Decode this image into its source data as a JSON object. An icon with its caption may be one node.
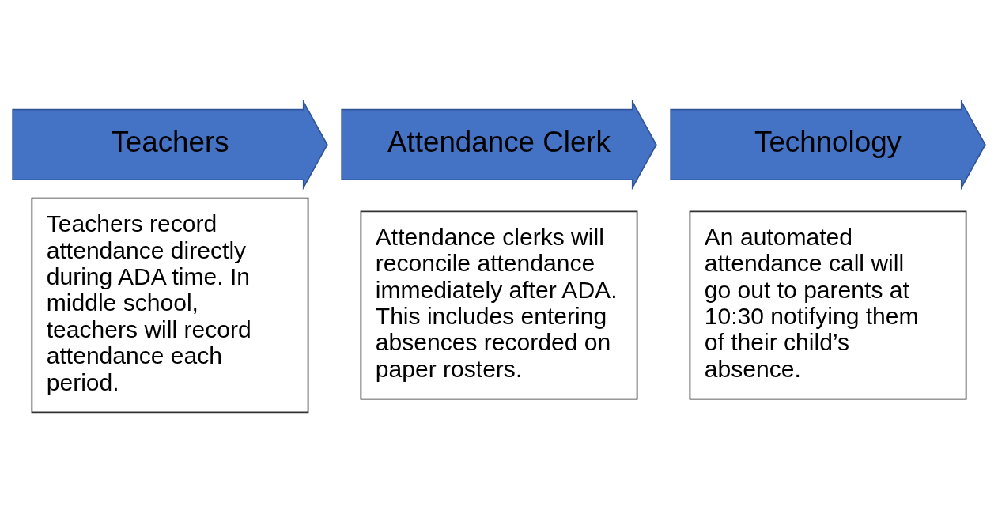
{
  "diagram": {
    "nodes": [
      {
        "text": [
          "Teachers"
        ]
      },
      {
        "text": [
          "Teachers record attendance directly during ADA time. In middle school, teachers will record attendance each period."
        ]
      },
      {
        "text": [
          "Attendance Clerk"
        ]
      },
      {
        "text": [
          "Attendance clerks will reconcile attendance immediately after ADA. This includes entering absences recorded on paper rosters."
        ]
      },
      {
        "text": [
          "Technology"
        ]
      },
      {
        "text": [
          "An automated attendance call will go out to parents at 10:30 notifying them of their child’s absence."
        ]
      }
    ],
    "edges": []
  }
}
